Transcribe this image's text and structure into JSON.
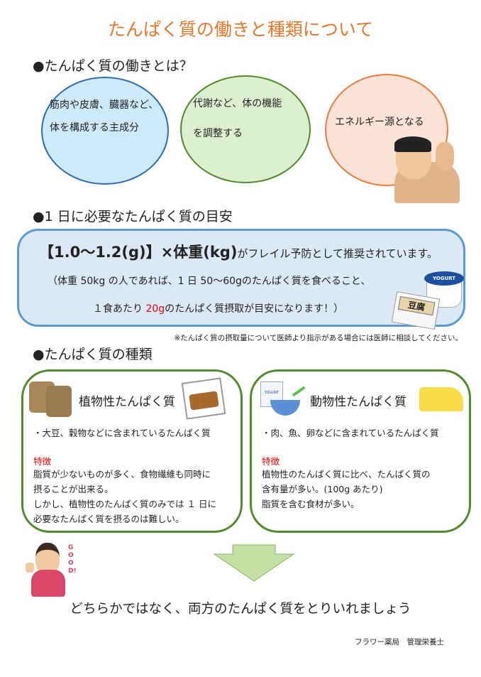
{
  "title": "たんぱく質の働きと種類について",
  "section1": {
    "heading": "●たんぱく質の働きとは？",
    "circles": [
      {
        "lines": [
          "筋肉や皮膚、臓器など、",
          "体を構成する主成分"
        ],
        "fill": "#cdeafa",
        "border": "#2e6db4"
      },
      {
        "lines": [
          "代謝など、体の機能",
          "を調整する"
        ],
        "fill": "#dcf0cf",
        "border": "#4f8a2b"
      },
      {
        "lines": [
          "エネルギー源となる"
        ],
        "fill": "#fbe2d6",
        "border": "#ee7a3a"
      }
    ]
  },
  "section2": {
    "heading": "●1 日に必要なたんぱく質の目安",
    "formula_big": "【1.0～1.2(g)】×体重(kg)",
    "formula_rest": "がフレイル予防として推奨されています。",
    "line2": "（体重 50kg の人であれば、1 日 50～60gのたんぱく質を食べること、",
    "line3_pre": "１食あたり ",
    "line3_red": "20g",
    "line3_post": "のたんぱく質摂取が目安になります！）",
    "yogurt_label": "YOGURT",
    "tofu_label": "豆腐",
    "note": "※たんぱく質の摂取量について医師より指示がある場合には医師に相談してください。"
  },
  "section3": {
    "heading": "●たんぱく質の種類",
    "plant": {
      "title": "植物性たんぱく質",
      "lead": "・大豆、穀物などに含まれているたんぱく質",
      "feature_label": "特徴",
      "body": [
        "脂質が少ないものが多く、食物繊維も同時に",
        "摂ることが出来る。",
        "しかし、植物性のたんぱく質のみでは １ 日に",
        "必要なたんぱく質を摂るのは難しい。"
      ]
    },
    "animal": {
      "title": "動物性たんぱく質",
      "lead": "・肉、魚、卵などに含まれているたんぱく質",
      "feature_label": "特徴",
      "body": [
        "植物性のたんぱく質に比べ、たんぱく質の",
        "含有量が多い。(100g あたり)",
        "脂質を含む食材が多い。"
      ],
      "yogurt_label": "YOGURT"
    }
  },
  "good_label": "GOOD!",
  "conclusion": "どちらかではなく、両方のたんぱく質をとりいれましょう",
  "credit": "フラワー薬局　管理栄養士",
  "colors": {
    "title": "#e8772e",
    "accent_red": "#e00000",
    "green_border": "#4f8a2b",
    "blue_border": "#5b9bd5"
  }
}
